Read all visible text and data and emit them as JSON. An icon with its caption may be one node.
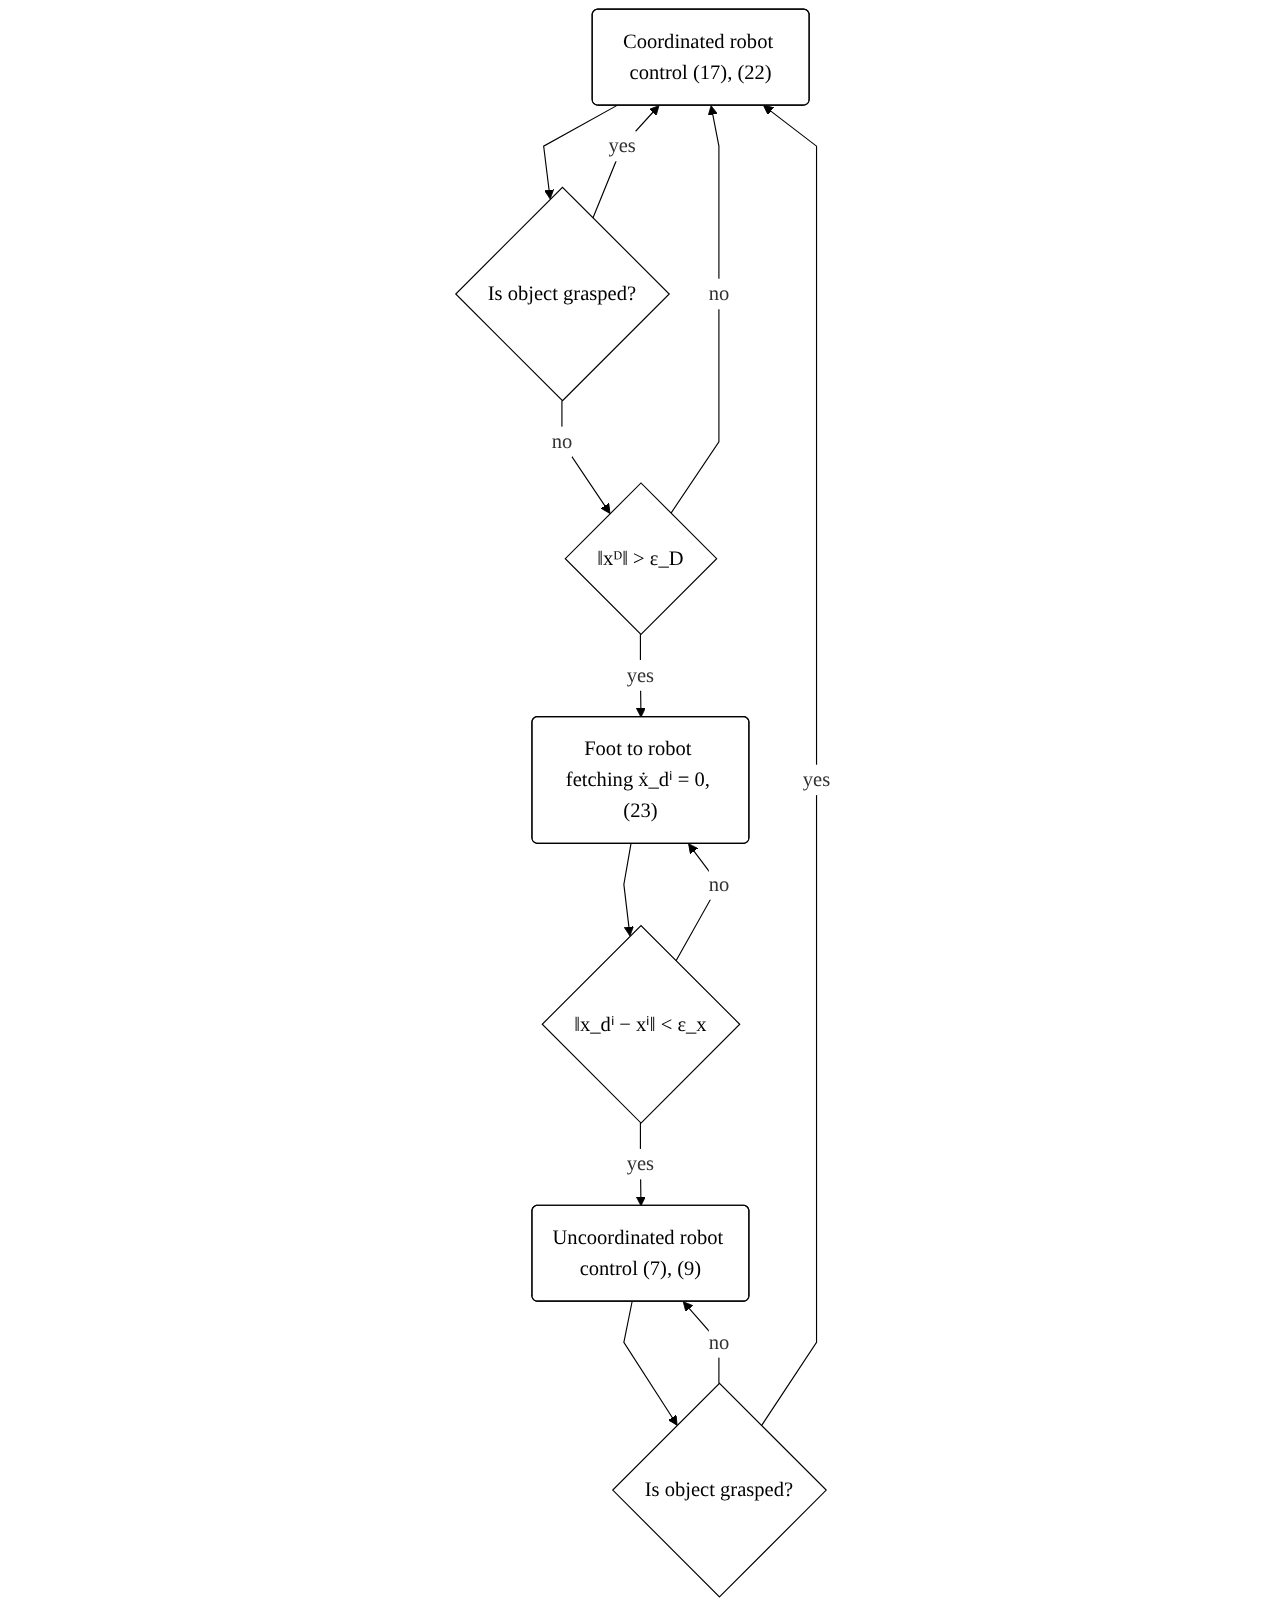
{
  "diagram": {
    "nodes": [
      {
        "text": [
          "Coordinated robot control (17), (22)"
        ]
      },
      {
        "text": [
          "Is object grasped?"
        ]
      },
      {
        "text": [
          "‖xᴰ‖ > ε_D"
        ]
      },
      {
        "text": [
          "Foot to robot fetching ẋ_dⁱ = 0, (23)"
        ]
      },
      {
        "text": [
          "‖x_dⁱ − xⁱ‖ < ε_x"
        ]
      },
      {
        "text": [
          "Uncoordinated robot control (7), (9)"
        ]
      },
      {
        "text": [
          "Is object grasped?"
        ]
      }
    ],
    "edges": [
      {
        "from": 0,
        "to": 1,
        "arrow": "to"
      },
      {
        "from": 1,
        "to": 0,
        "arrow": "to",
        "label": "yes"
      },
      {
        "from": 1,
        "to": 2,
        "arrow": "to",
        "label": "no"
      },
      {
        "from": 2,
        "to": 0,
        "arrow": "to",
        "label": "no"
      },
      {
        "from": 2,
        "to": 3,
        "arrow": "to",
        "label": "yes"
      },
      {
        "from": 3,
        "to": 4,
        "arrow": "to"
      },
      {
        "from": 4,
        "to": 3,
        "arrow": "to",
        "label": "no"
      },
      {
        "from": 4,
        "to": 5,
        "arrow": "to",
        "label": "yes"
      },
      {
        "from": 5,
        "to": 6,
        "arrow": "to"
      },
      {
        "from": 6,
        "to": 0,
        "arrow": "to",
        "label": "yes"
      },
      {
        "from": 6,
        "to": 5,
        "arrow": "to",
        "label": "no"
      }
    ]
  }
}
